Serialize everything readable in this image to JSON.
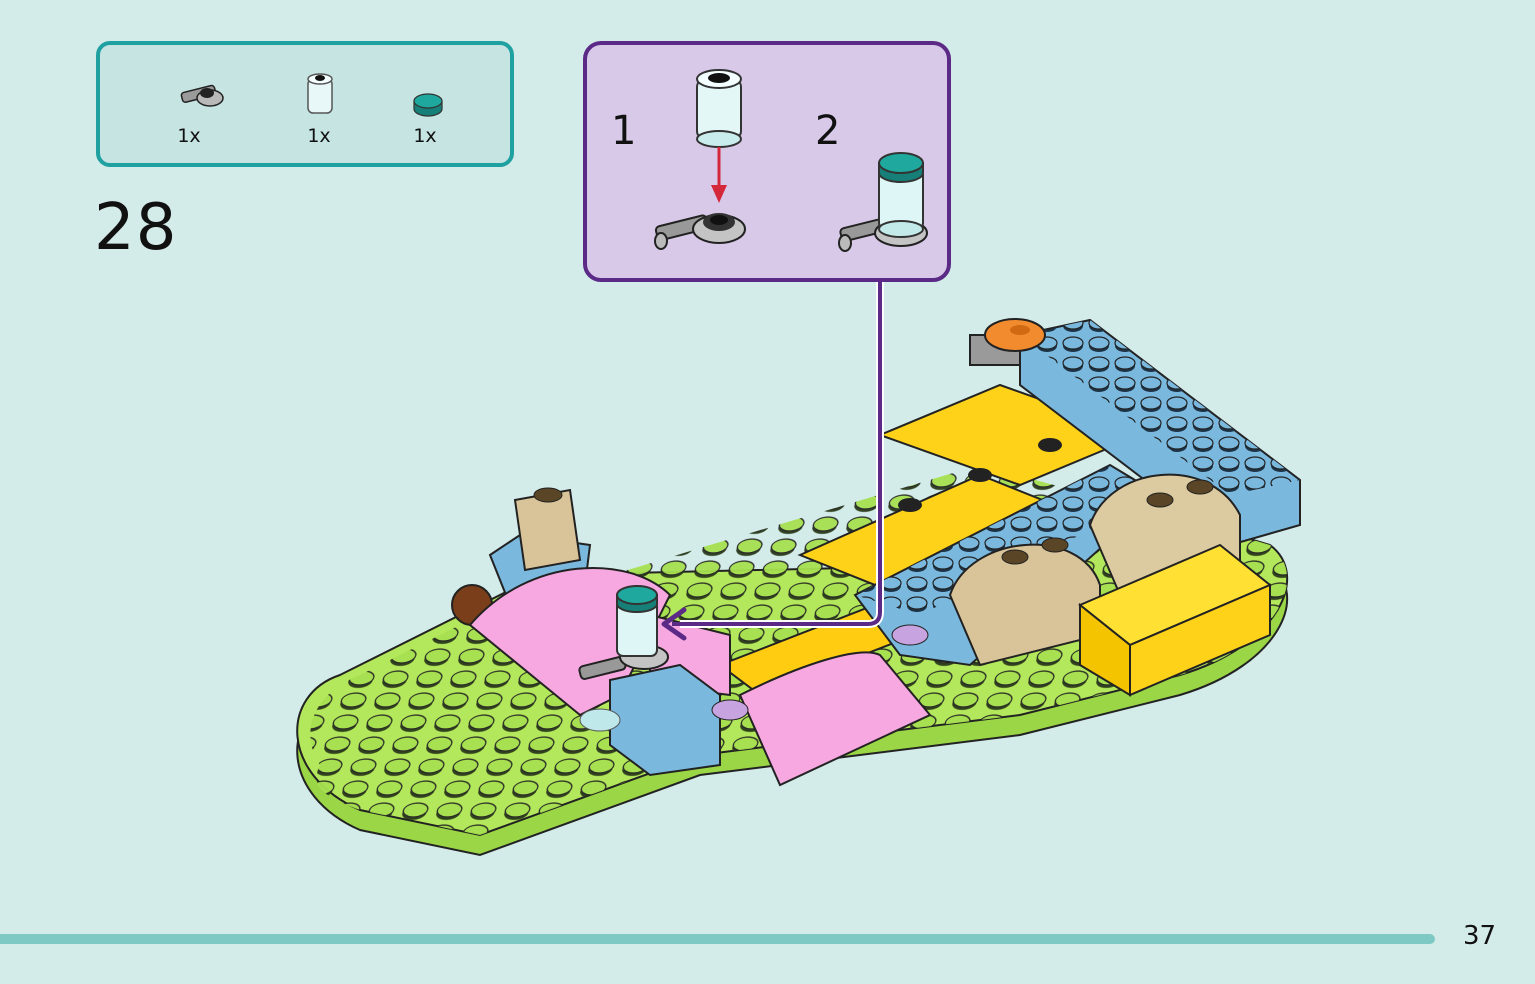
{
  "parts": [
    {
      "qty": "1x",
      "icon": "bar-holder-clip-part-icon"
    },
    {
      "qty": "1x",
      "icon": "transparent-cylinder-part-icon"
    },
    {
      "qty": "1x",
      "icon": "teal-round-tile-part-icon"
    }
  ],
  "step_number": "28",
  "sub_assembly": {
    "steps": [
      {
        "label": "1"
      },
      {
        "label": "2"
      }
    ]
  },
  "page_number": "37",
  "colors": {
    "background": "#d3ebe9",
    "parts_border": "#1ea1a0",
    "sub_border": "#5b2a86",
    "sub_bg": "#d8c9e8",
    "arrow_red": "#d4283a",
    "lime": "#a6e04f",
    "yellow": "#ffd21a",
    "blue": "#7ab8de",
    "pink": "#f7a8e0",
    "tan": "#d9c49a",
    "teal": "#1b9c92",
    "bar": "#7fc9c4"
  }
}
